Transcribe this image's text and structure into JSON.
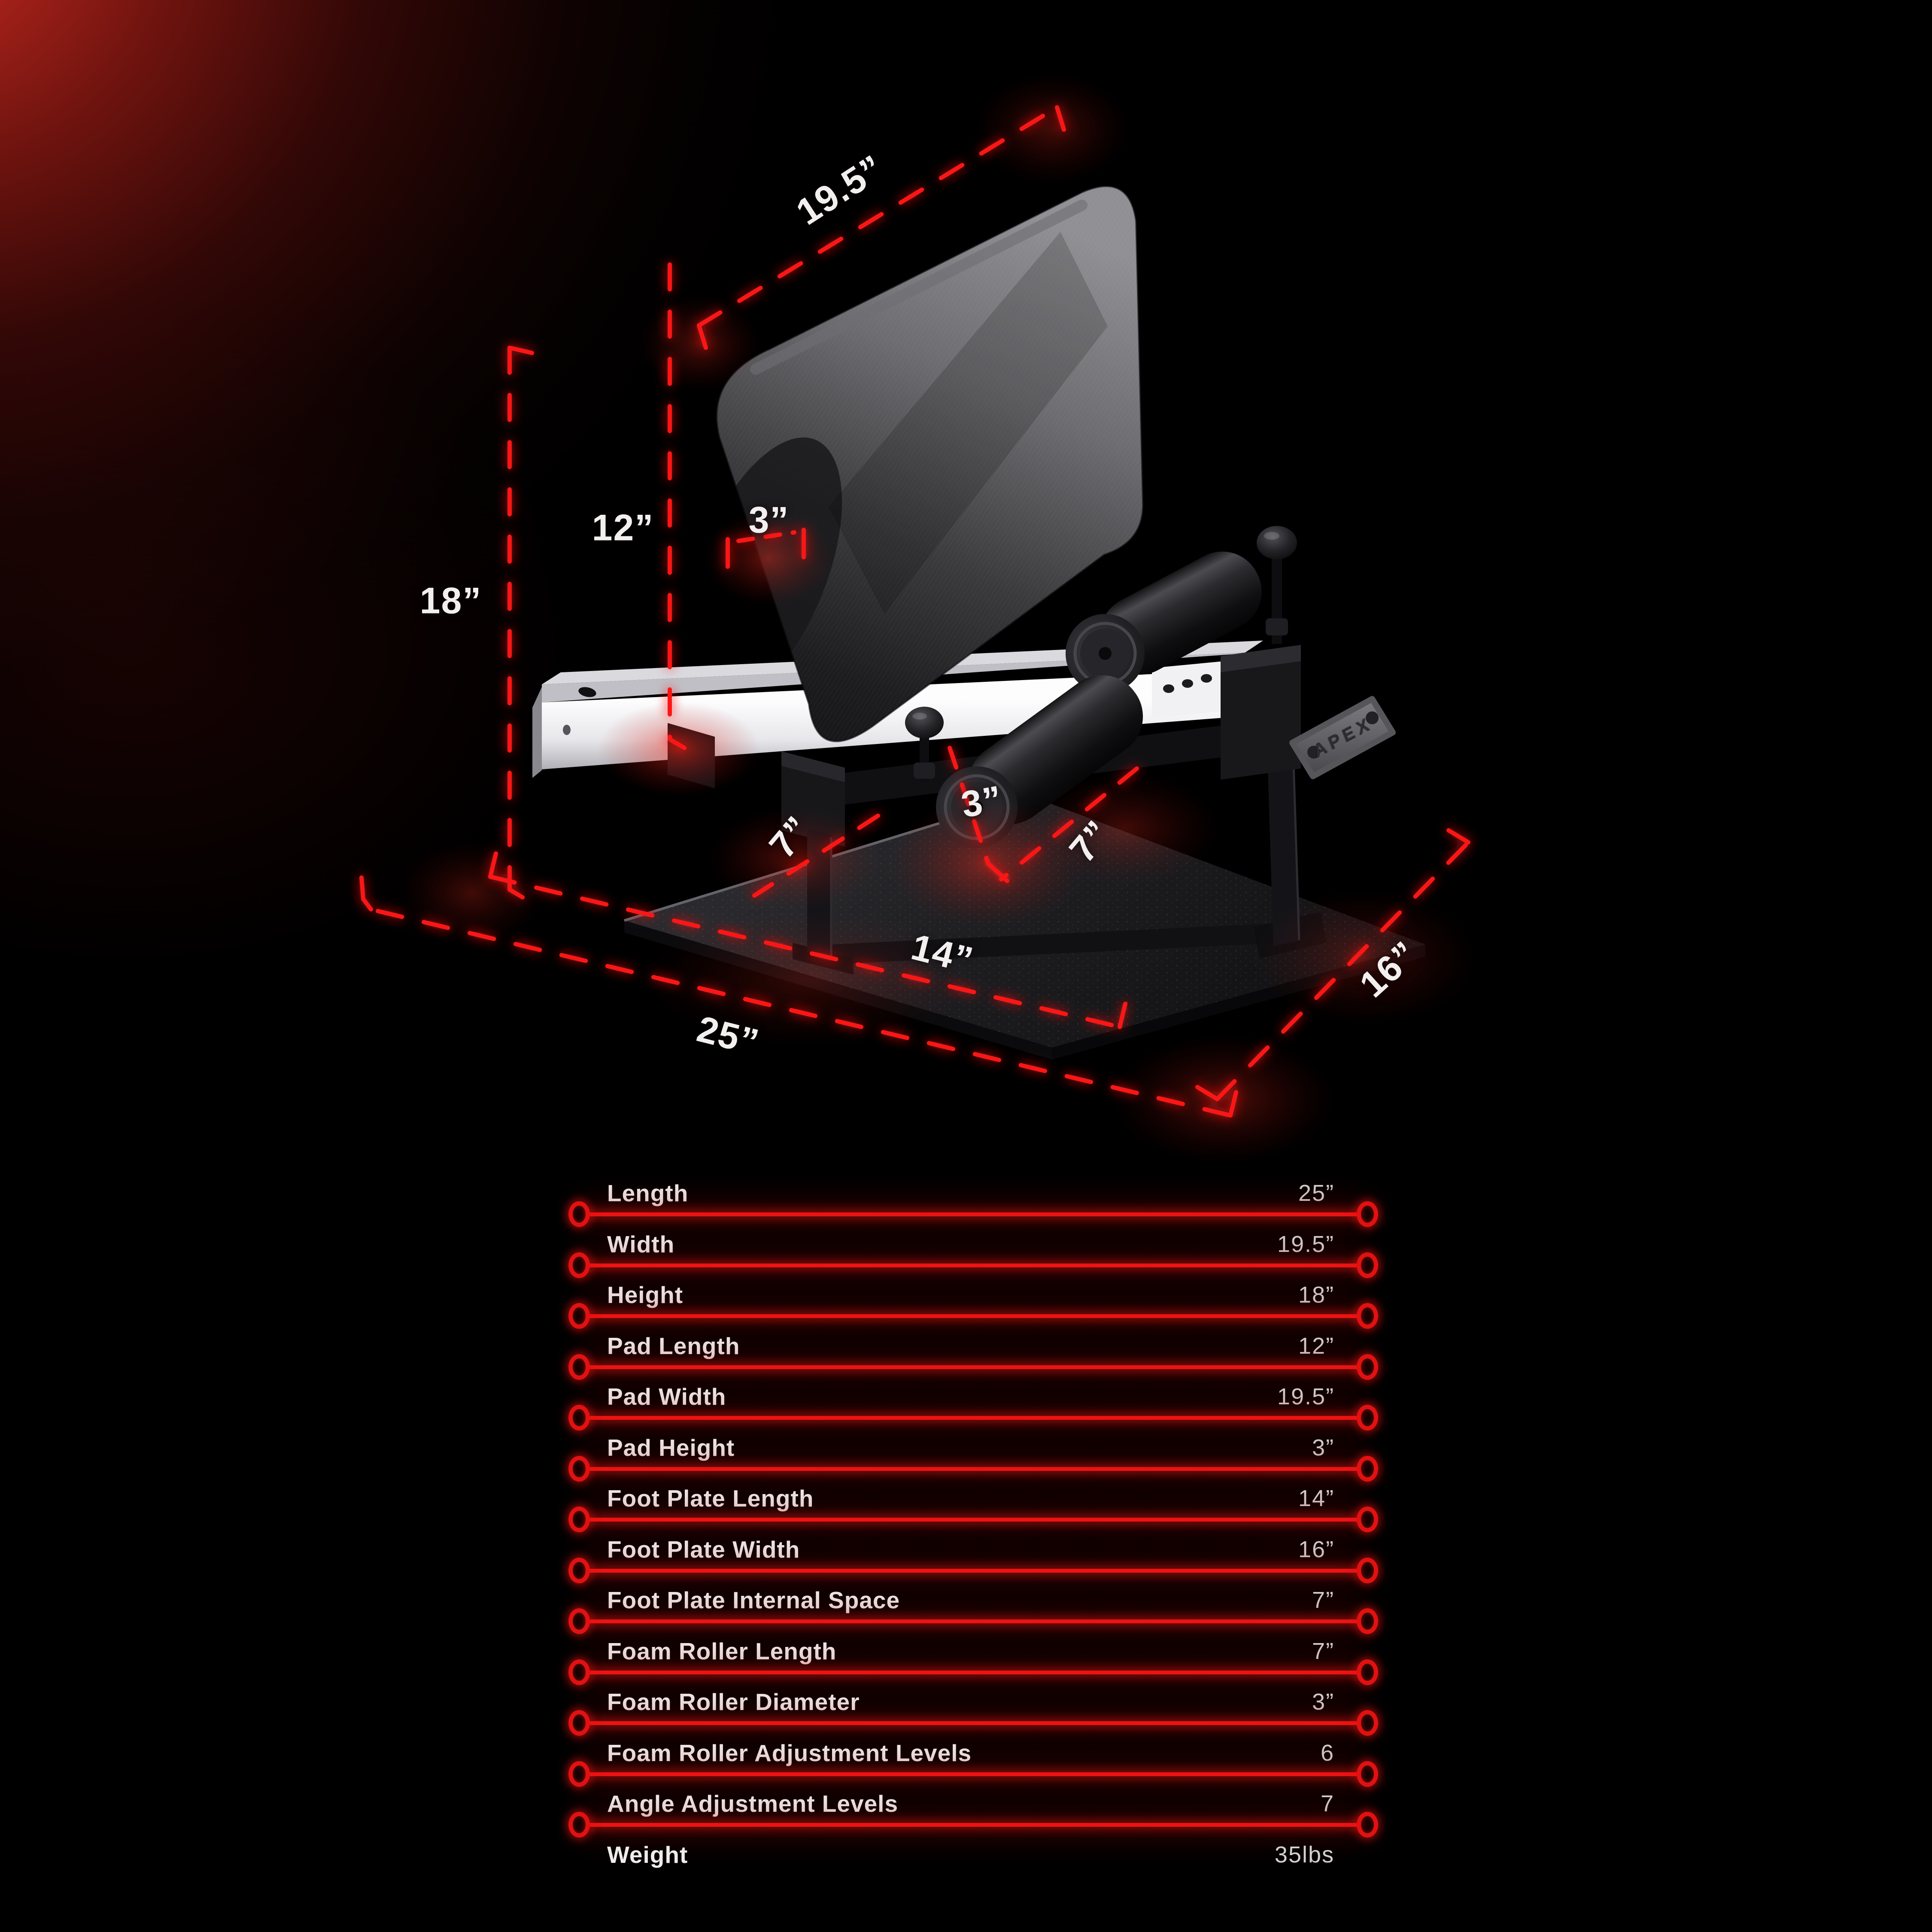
{
  "branding": {
    "logo": "APEX"
  },
  "diagram": {
    "labels": {
      "width": "19.5”",
      "pad_length": "12”",
      "height": "18”",
      "pad_height": "3”",
      "foot_plate_internal_space": "7”",
      "foam_roller_diameter": "3”",
      "foam_roller_length": "7”",
      "foot_plate_length": "14”",
      "length": "25”",
      "foot_plate_width": "16”"
    }
  },
  "spec_table": {
    "rows": [
      {
        "label": "Length",
        "value": "25”"
      },
      {
        "label": "Width",
        "value": "19.5”"
      },
      {
        "label": "Height",
        "value": "18”"
      },
      {
        "label": "Pad Length",
        "value": "12”"
      },
      {
        "label": "Pad Width",
        "value": "19.5”"
      },
      {
        "label": "Pad Height",
        "value": "3”"
      },
      {
        "label": "Foot Plate Length",
        "value": "14”"
      },
      {
        "label": "Foot Plate Width",
        "value": "16”"
      },
      {
        "label": "Foot Plate Internal Space",
        "value": "7”"
      },
      {
        "label": "Foam Roller Length",
        "value": "7”"
      },
      {
        "label": "Foam Roller Diameter",
        "value": "3”"
      },
      {
        "label": "Foam Roller Adjustment Levels",
        "value": "6"
      },
      {
        "label": "Angle Adjustment Levels",
        "value": "7"
      },
      {
        "label": "Weight",
        "value": "35lbs"
      }
    ]
  },
  "colors": {
    "accent_red": "#ee1212",
    "background": "#000000",
    "label_text": "#f1ecec",
    "value_text": "#d5d0d0"
  }
}
